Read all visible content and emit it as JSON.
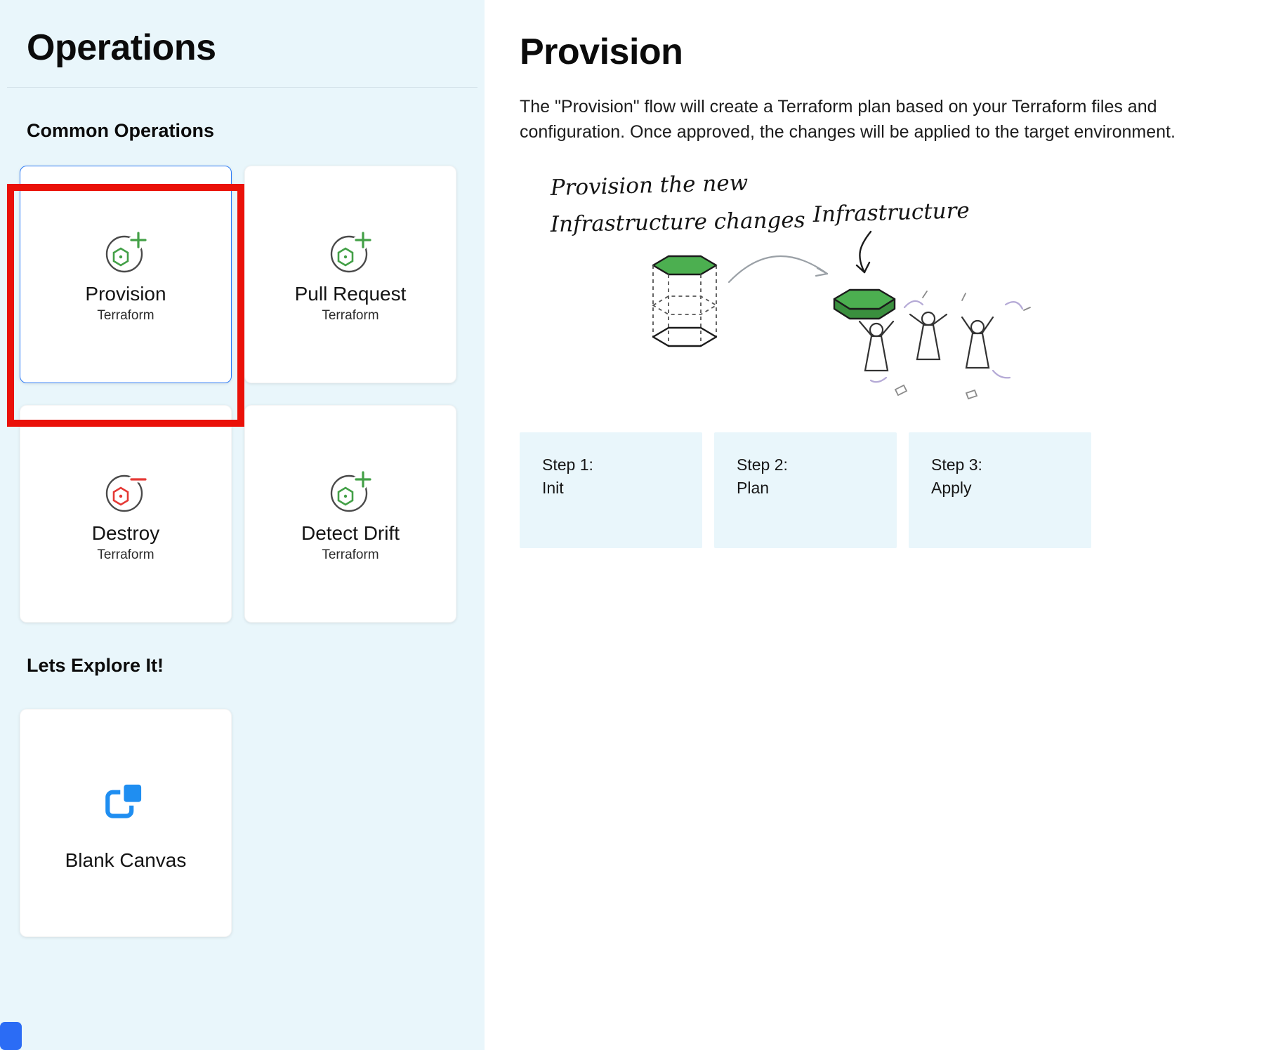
{
  "colors": {
    "sidebar_bg": "#e9f6fb",
    "highlight_red": "#ea1109",
    "selected_card_border": "#2e7cf6",
    "step_card_bg": "#e9f6fb",
    "icon_green": "#43a047",
    "icon_red": "#e53935",
    "blank_canvas_blue": "#1f8ef1",
    "bottom_widget_blue": "#2b6cf5",
    "illustration_green": "#4caf50"
  },
  "sidebar": {
    "title": "Operations",
    "sections": {
      "common": "Common Operations",
      "explore": "Lets Explore It!"
    },
    "cards": [
      {
        "title": "Provision",
        "subtitle": "Terraform",
        "icon": "terraform-add-icon",
        "selected": true
      },
      {
        "title": "Pull Request",
        "subtitle": "Terraform",
        "icon": "terraform-add-icon",
        "selected": false
      },
      {
        "title": "Destroy",
        "subtitle": "Terraform",
        "icon": "terraform-remove-icon",
        "selected": false
      },
      {
        "title": "Detect Drift",
        "subtitle": "Terraform",
        "icon": "terraform-add-icon",
        "selected": false
      },
      {
        "title": "Blank Canvas",
        "icon": "blank-canvas-icon",
        "selected": false
      }
    ]
  },
  "main": {
    "title": "Provision",
    "description": "The \"Provision\" flow will create a Terraform plan based on your Terraform files and configuration. Once approved, the changes will be applied to the target environment.",
    "illustration": {
      "caption_line1": "Provision the new",
      "caption_line2": "Infrastructure changes",
      "caption_right": "Infrastructure"
    },
    "steps": [
      {
        "label": "Step 1:",
        "name": "Init"
      },
      {
        "label": "Step 2:",
        "name": "Plan"
      },
      {
        "label": "Step 3:",
        "name": "Apply"
      }
    ]
  }
}
